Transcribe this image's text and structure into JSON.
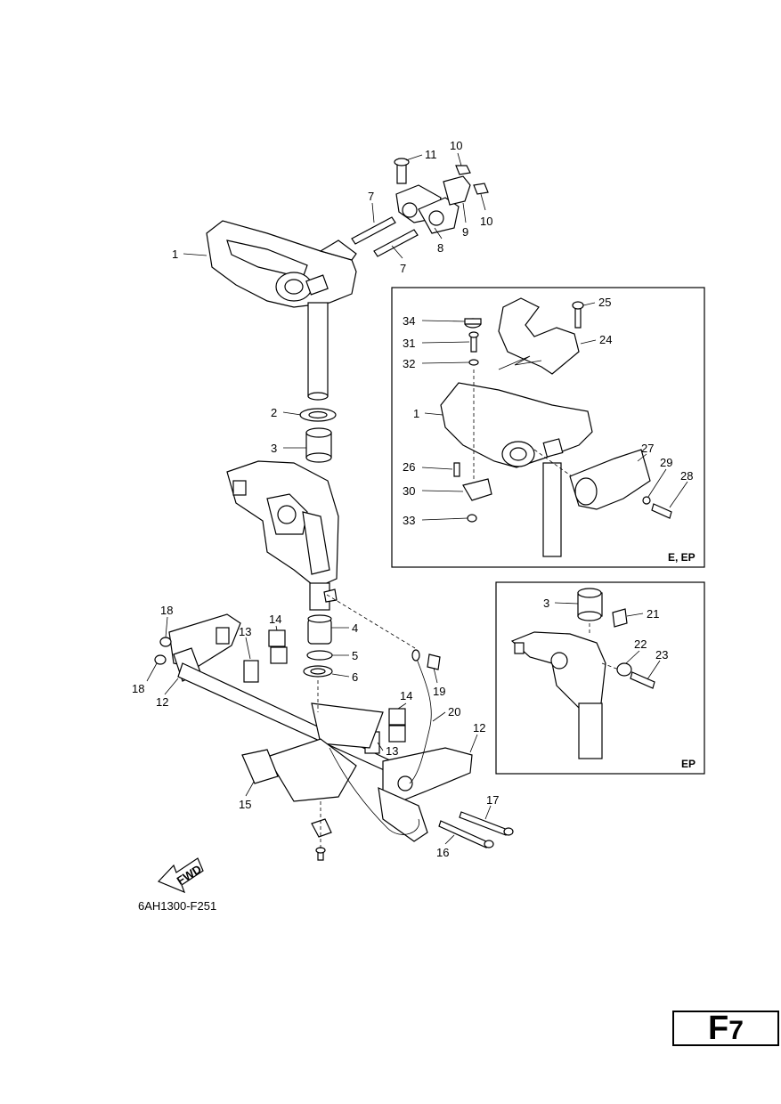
{
  "diagram": {
    "figure_code": "6AH1300-F251",
    "fwd_label": "FWD",
    "callouts": [
      "1",
      "2",
      "3",
      "4",
      "5",
      "6",
      "7",
      "7",
      "8",
      "9",
      "10",
      "10",
      "11",
      "12",
      "12",
      "13",
      "13",
      "14",
      "14",
      "15",
      "16",
      "17",
      "18",
      "18",
      "19",
      "20"
    ],
    "inset_ep_variant": {
      "label": "E, EP",
      "callouts": [
        "1",
        "24",
        "25",
        "26",
        "27",
        "28",
        "29",
        "30",
        "31",
        "32",
        "33",
        "34"
      ]
    },
    "inset_ep": {
      "label": "EP",
      "callouts": [
        "3",
        "21",
        "22",
        "23"
      ]
    }
  },
  "page_badge": {
    "letter": "F",
    "number": "7"
  }
}
